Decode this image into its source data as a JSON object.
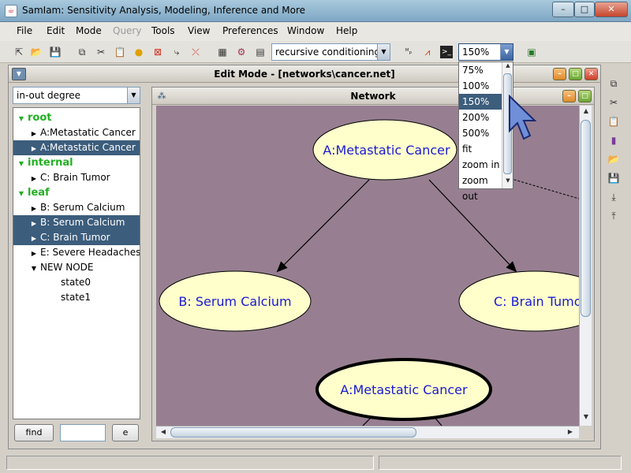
{
  "window": {
    "title": "SamIam: Sensitivity Analysis, Modeling, Inference and More",
    "min_label": "–",
    "max_label": "□",
    "close_label": "✕"
  },
  "menubar": {
    "items": [
      "File",
      "Edit",
      "Mode",
      "Query",
      "Tools",
      "View",
      "Preferences",
      "Window",
      "Help"
    ]
  },
  "toolbar": {
    "algorithm": "recursive conditioning",
    "zoom": "150%"
  },
  "edit_frame": {
    "title": "Edit Mode - [networks\\cancer.net]"
  },
  "left_panel": {
    "sort_mode": "in-out degree",
    "tree": [
      {
        "label": "root",
        "kind": "group"
      },
      {
        "label": "A:Metastatic Cancer",
        "kind": "node",
        "selected": false
      },
      {
        "label": "A:Metastatic Cancer",
        "kind": "node",
        "selected": true
      },
      {
        "label": "internal",
        "kind": "group"
      },
      {
        "label": "C:  Brain Tumor",
        "kind": "node",
        "selected": false
      },
      {
        "label": "leaf",
        "kind": "group"
      },
      {
        "label": "B: Serum Calcium",
        "kind": "node",
        "selected": false
      },
      {
        "label": "B: Serum Calcium",
        "kind": "node",
        "selected": true
      },
      {
        "label": "C:  Brain Tumor",
        "kind": "node",
        "selected": true
      },
      {
        "label": "E: Severe Headaches",
        "kind": "node",
        "selected": false
      },
      {
        "label": "NEW NODE",
        "kind": "expanded",
        "selected": false
      },
      {
        "label": "state0",
        "kind": "leafstate"
      },
      {
        "label": "state1",
        "kind": "leafstate"
      }
    ],
    "find_label": "find",
    "find_value": "",
    "e_label": "e"
  },
  "network_frame": {
    "title": "Network",
    "nodes": {
      "a": "A:Metastatic Cancer",
      "b": "B: Serum Calcium",
      "c": "C:  Brain Tumor",
      "a2": "A:Metastatic Cancer"
    }
  },
  "zoom_popup": {
    "options": [
      "75%",
      "100%",
      "150%",
      "200%",
      "500%",
      "fit",
      "zoom in",
      "zoom out"
    ],
    "selected": "150%"
  },
  "colors": {
    "canvas": "#977f91",
    "node_fill": "#ffffcc",
    "node_text": "#1a1ad4",
    "selection": "#3c5d7c",
    "group_text": "#22b022"
  }
}
